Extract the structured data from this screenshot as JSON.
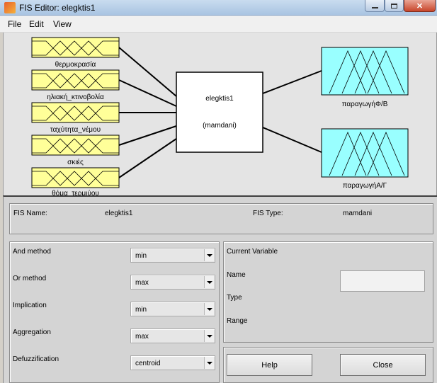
{
  "window": {
    "title": "FIS Editor: elegktis1"
  },
  "menu": [
    "File",
    "Edit",
    "View"
  ],
  "diagram": {
    "inputs": [
      {
        "label": "θερμοκρασία",
        "icon": "triangular-mf-icon"
      },
      {
        "label": "ηλιακή_κτινοβολία",
        "icon": "triangular-mf-icon"
      },
      {
        "label": "ταχύτητα_νέμου",
        "icon": "triangular-mf-icon"
      },
      {
        "label": "σκιές",
        "icon": "triangular-mf-icon"
      },
      {
        "label": "θόμα_τερμιύου",
        "icon": "triangular-mf-icon"
      }
    ],
    "system": {
      "name": "elegktis1",
      "type": "(mamdani)"
    },
    "outputs": [
      {
        "label": "παραγωγήΦ/Β",
        "icon": "triangular-mf-icon"
      },
      {
        "label": "παραγωγήΑ/Γ",
        "icon": "triangular-mf-icon"
      }
    ],
    "colors": {
      "input_fill": "#ffff99",
      "output_fill": "#99ffff",
      "system_fill": "#ffffff"
    }
  },
  "fis_info": {
    "name_label": "FIS Name:",
    "name_value": "elegktis1",
    "type_label": "FIS Type:",
    "type_value": "mamdani"
  },
  "methods": [
    {
      "label": "And method",
      "value": "min"
    },
    {
      "label": "Or method",
      "value": "max"
    },
    {
      "label": "Implication",
      "value": "min"
    },
    {
      "label": "Aggregation",
      "value": "max"
    },
    {
      "label": "Defuzzification",
      "value": "centroid"
    }
  ],
  "current_variable": {
    "title": "Current Variable",
    "name_label": "Name",
    "name_value": "",
    "type_label": "Type",
    "range_label": "Range"
  },
  "buttons": {
    "help": "Help",
    "close": "Close"
  }
}
